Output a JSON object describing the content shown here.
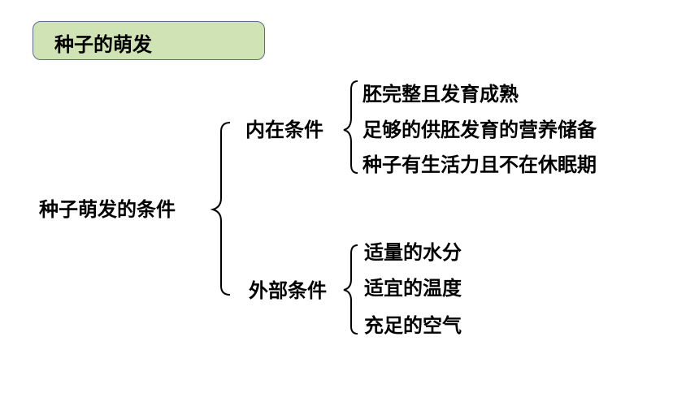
{
  "title": "种子的萌发",
  "root": "种子萌发的条件",
  "branches": [
    {
      "label": "内在条件",
      "items": [
        "胚完整且发育成熟",
        "足够的供胚发育的营养储备",
        "种子有生活力且不在休眠期"
      ]
    },
    {
      "label": "外部条件",
      "items": [
        "适量的水分",
        "适宜的温度",
        "充足的空气"
      ]
    }
  ]
}
